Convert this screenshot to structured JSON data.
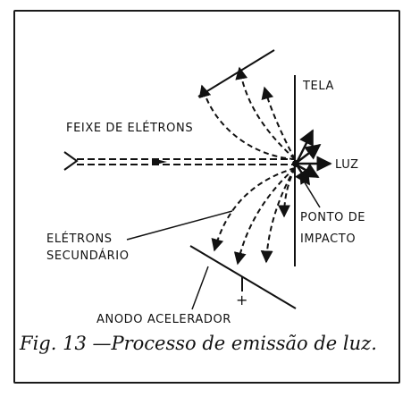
{
  "labels": {
    "tela": "TELA",
    "feixe": "FEIXE DE ELÉTRONS",
    "luz": "LUZ",
    "ponto_line1": "PONTO DE",
    "ponto_line2": "IMPACTO",
    "eletrons_line1": "ELÉTRONS",
    "eletrons_line2": "SECUNDÁRIO",
    "plus": "+",
    "anodo": "ANODO ACELERADOR"
  },
  "caption": "Fig. 13 —Processo de emissão de luz."
}
